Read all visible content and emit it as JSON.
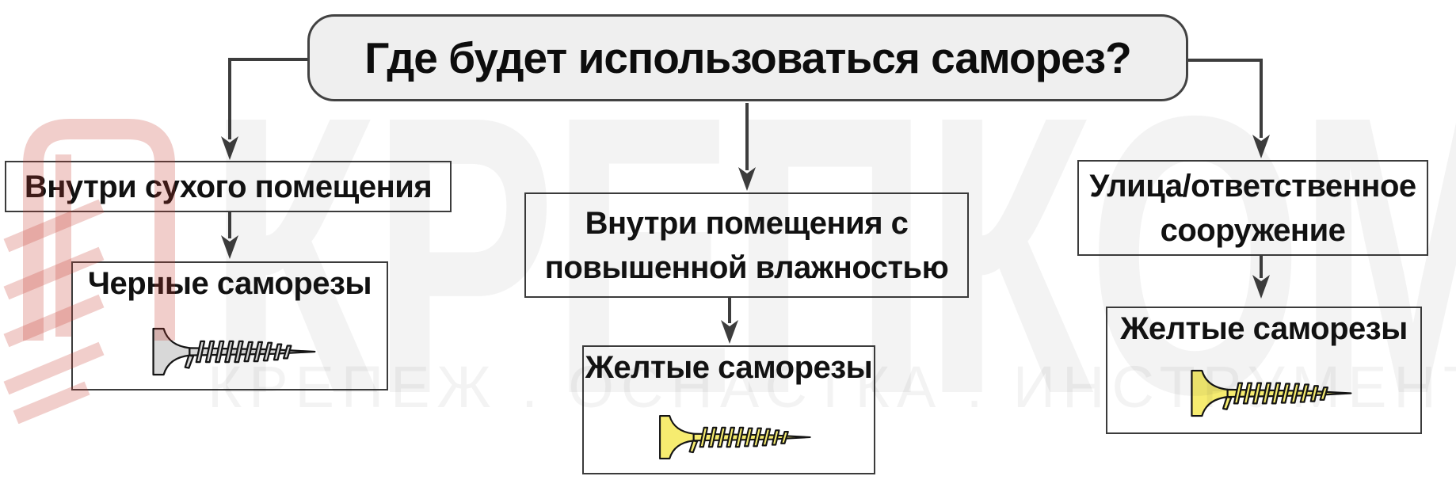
{
  "diagram": {
    "question": "Где будет использоваться саморез?",
    "branches": [
      {
        "condition": "Внутри сухого помещения",
        "result": "Черные саморезы",
        "screw": "gray-screw"
      },
      {
        "condition": "Внутри помещения с повышенной влажностью",
        "result": "Желтые саморезы",
        "screw": "yellow-screw"
      },
      {
        "condition": "Улица/ответственное сооружение",
        "result": "Желтые саморезы",
        "screw": "yellow-screw"
      }
    ]
  },
  "watermark": {
    "brand": "КРЕПКОМ",
    "tagline": "КРЕПЕЖ . ОСНАСТКА . ИНСТРУМЕНТ"
  },
  "colors": {
    "screw_gray": "#d8d8d8",
    "screw_yellow": "#f6ec70",
    "line": "#3d3d3d",
    "watermark_red": "rgba(200,58,48,0.25)"
  }
}
